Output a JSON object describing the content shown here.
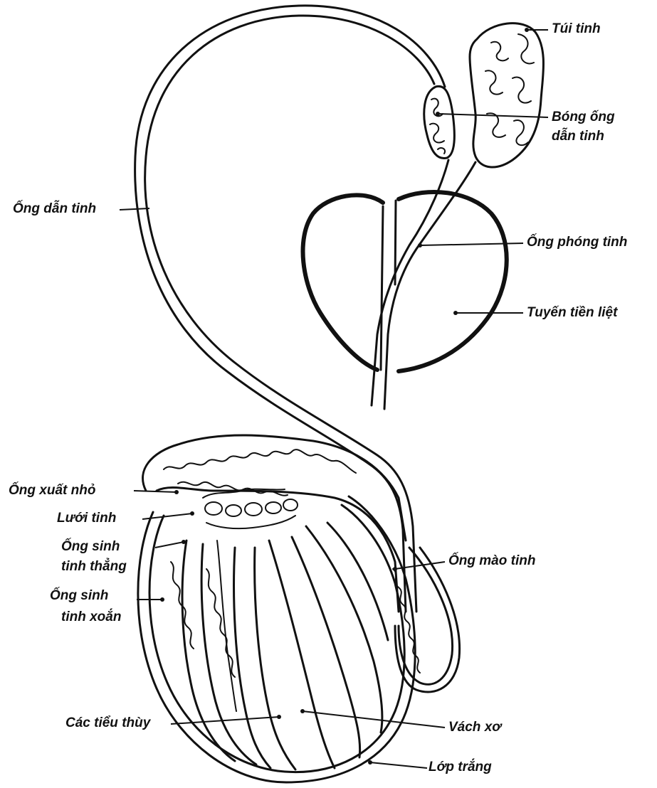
{
  "labels": {
    "tui_tinh": "Túi tinh",
    "bong_ong_dan_tinh_1": "Bóng ống",
    "bong_ong_dan_tinh_2": "dẫn tinh",
    "ong_dan_tinh": "Ống dẫn tinh",
    "ong_phong_tinh": "Ống phóng tinh",
    "tuyen_tien_liet": "Tuyến tiền liệt",
    "ong_xuat_nho": "Ống xuất nhỏ",
    "luoi_tinh": "Lưới tinh",
    "ong_sinh_tinh_thang_1": "Ống sinh",
    "ong_sinh_tinh_thang_2": "tinh thẳng",
    "ong_sinh_tinh_xoan_1": "Ống sinh",
    "ong_sinh_tinh_xoan_2": "tinh xoắn",
    "ong_mao_tinh": "Ống mào tinh",
    "cac_tieu_thuy": "Các tiểu thùy",
    "vach_xo": "Vách xơ",
    "lop_trang": "Lớp trắng"
  },
  "ink_color": "#111111"
}
